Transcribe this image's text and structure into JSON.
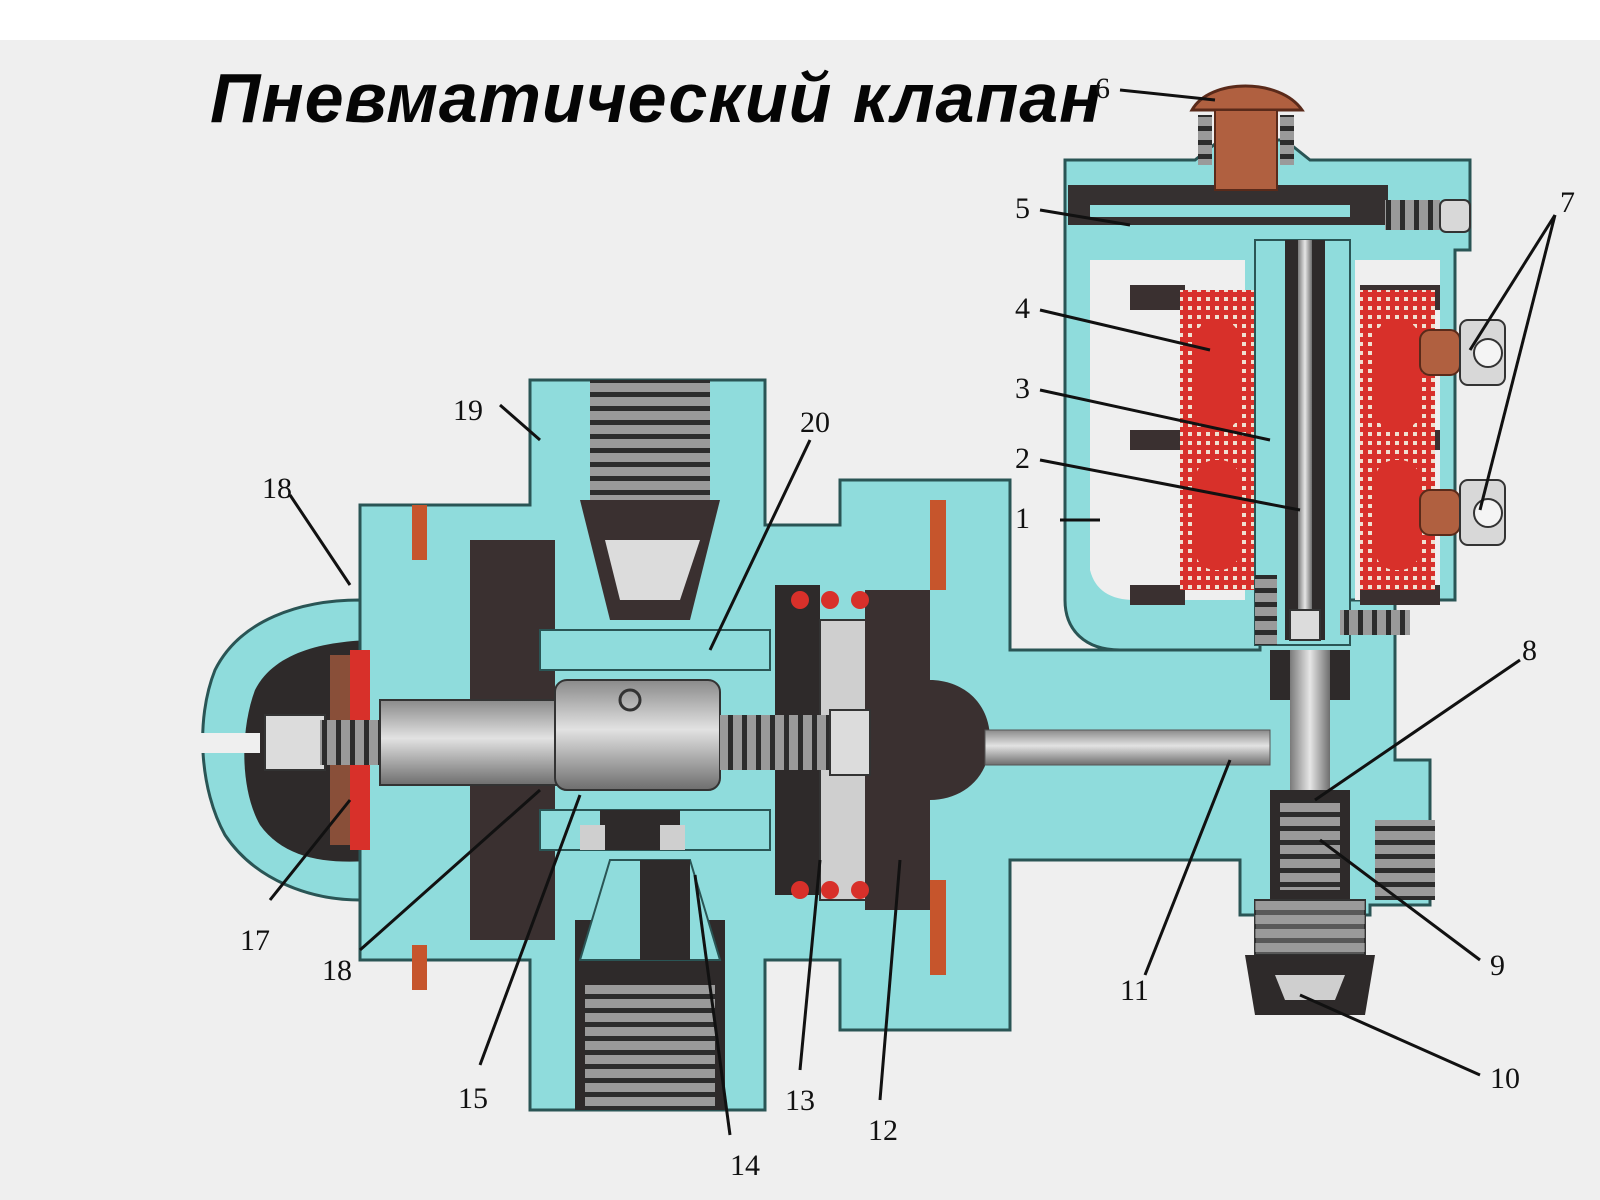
{
  "title": "Пневматический клапан",
  "colors": {
    "body": "#8fdcdc",
    "body_edge": "#2a5555",
    "dark_part": "#3a3030",
    "steel": "#b9b9b9",
    "coil_red": "#d8302a",
    "gasket": "#c6552c",
    "button": "#b06040",
    "background": "#efefef"
  },
  "callouts": [
    {
      "id": "1",
      "label": "1"
    },
    {
      "id": "2",
      "label": "2"
    },
    {
      "id": "3",
      "label": "3"
    },
    {
      "id": "4",
      "label": "4"
    },
    {
      "id": "5",
      "label": "5"
    },
    {
      "id": "6",
      "label": "6"
    },
    {
      "id": "7",
      "label": "7"
    },
    {
      "id": "8",
      "label": "8"
    },
    {
      "id": "9",
      "label": "9"
    },
    {
      "id": "10",
      "label": "10"
    },
    {
      "id": "11",
      "label": "11"
    },
    {
      "id": "12",
      "label": "12"
    },
    {
      "id": "13",
      "label": "13"
    },
    {
      "id": "14",
      "label": "14"
    },
    {
      "id": "15",
      "label": "15"
    },
    {
      "id": "17",
      "label": "17"
    },
    {
      "id": "18a",
      "label": "18"
    },
    {
      "id": "18b",
      "label": "18"
    },
    {
      "id": "19",
      "label": "19"
    },
    {
      "id": "20",
      "label": "20"
    }
  ]
}
